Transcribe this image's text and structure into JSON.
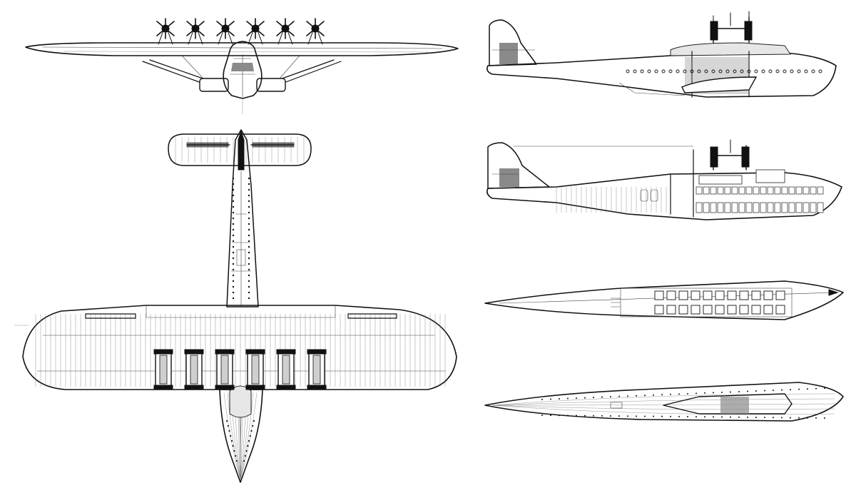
{
  "drawing": {
    "subject": "flying-boat",
    "views": [
      {
        "name": "front-view",
        "engines": 6
      },
      {
        "name": "top-view",
        "engines": 6
      },
      {
        "name": "side-view"
      },
      {
        "name": "side-cutaway-view"
      },
      {
        "name": "upper-deck-plan"
      },
      {
        "name": "lower-deck-plan"
      }
    ],
    "colors": {
      "ink": "#111111",
      "paper": "#ffffff"
    }
  }
}
